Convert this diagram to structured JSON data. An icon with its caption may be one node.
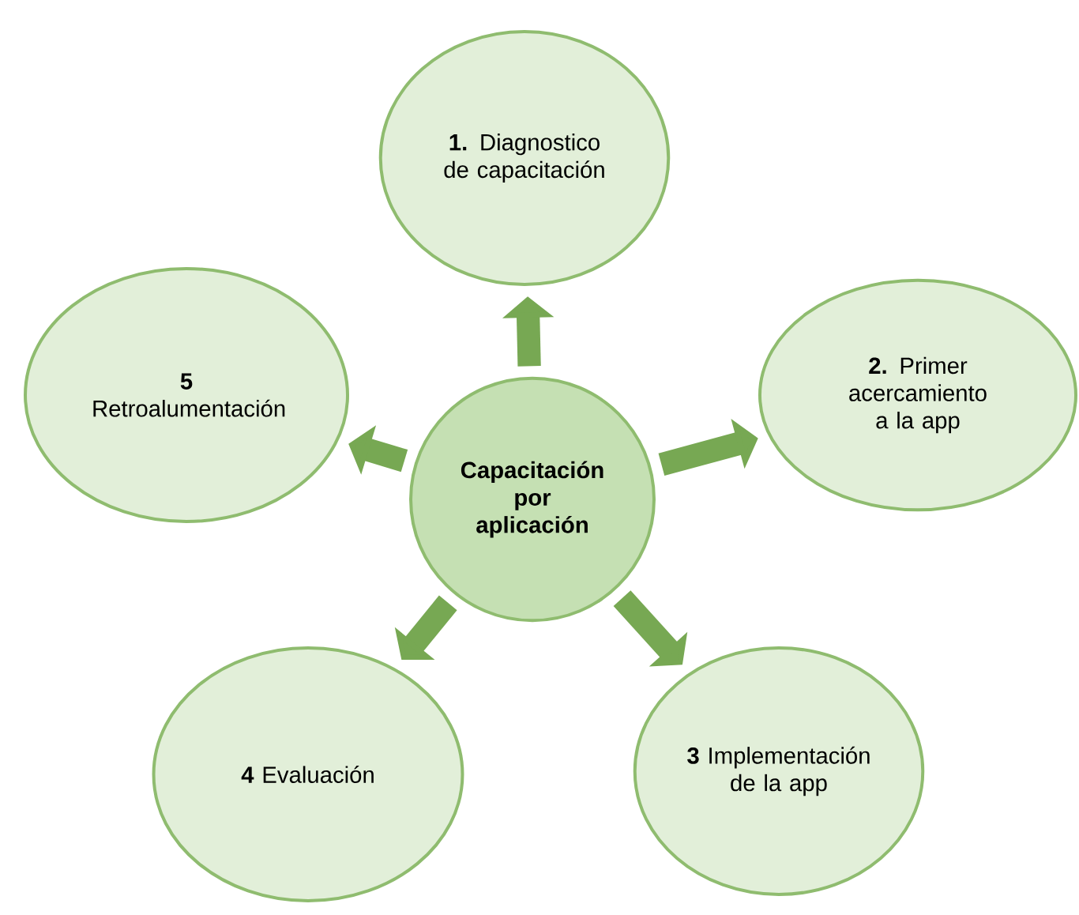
{
  "diagram": {
    "nodes": [
      {
        "text": [
          "Capacitación por aplicación"
        ]
      },
      {
        "text": [
          "**1.** Diagnostico de capacitación"
        ]
      },
      {
        "text": [
          "**2.** Primer acercamiento a la app"
        ]
      },
      {
        "text": [
          "**3** Implementación de la app"
        ]
      },
      {
        "text": [
          "**4** Evaluación"
        ]
      },
      {
        "text": [
          "**5** Retroalumentación"
        ]
      }
    ],
    "edges": [
      {
        "from": 0,
        "to": 1,
        "arrow": "to"
      },
      {
        "from": 0,
        "to": 2,
        "arrow": "to"
      },
      {
        "from": 0,
        "to": 3,
        "arrow": "to"
      },
      {
        "from": 0,
        "to": 4,
        "arrow": "to"
      },
      {
        "from": 0,
        "to": 5,
        "arrow": "to"
      }
    ]
  }
}
